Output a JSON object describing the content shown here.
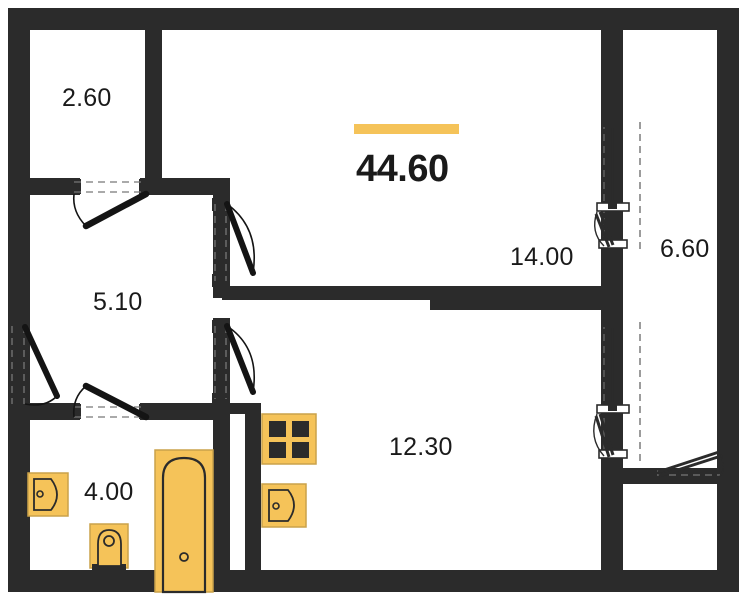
{
  "plan": {
    "type": "apartment-floor-plan",
    "total_area": "44.60",
    "accent_color": "#f5c359",
    "wall_color": "#2b2b2b",
    "fixture_fill": "#f5c359",
    "fixture_stroke": "#2b2b2b",
    "background": "#ffffff"
  },
  "rooms": [
    {
      "id": "room-bedroom",
      "label": "2.60",
      "name": "bedroom-area"
    },
    {
      "id": "room-hall",
      "label": "5.10",
      "name": "hall-area"
    },
    {
      "id": "room-bathroom",
      "label": "4.00",
      "name": "bathroom-area"
    },
    {
      "id": "room-living",
      "label": "14.00",
      "name": "living-room-area"
    },
    {
      "id": "room-kitchen",
      "label": "12.30",
      "name": "kitchen-area"
    },
    {
      "id": "room-balcony",
      "label": "6.60",
      "name": "balcony-area"
    }
  ],
  "fixtures": [
    {
      "name": "stove",
      "label": "stove-4-burner"
    },
    {
      "name": "kitchen-sink",
      "label": "kitchen-sink"
    },
    {
      "name": "bathtub",
      "label": "bathtub"
    },
    {
      "name": "toilet",
      "label": "toilet"
    },
    {
      "name": "washbasin",
      "label": "washbasin"
    }
  ],
  "openings": [
    {
      "name": "entry-door",
      "type": "door"
    },
    {
      "name": "bedroom-door",
      "type": "door"
    },
    {
      "name": "living-door-upper",
      "type": "door"
    },
    {
      "name": "living-door-lower",
      "type": "door"
    },
    {
      "name": "bathroom-door",
      "type": "door"
    },
    {
      "name": "balcony-door-upper",
      "type": "balcony-door"
    },
    {
      "name": "balcony-door-lower",
      "type": "balcony-door"
    },
    {
      "name": "balcony-exit-door",
      "type": "door"
    }
  ]
}
